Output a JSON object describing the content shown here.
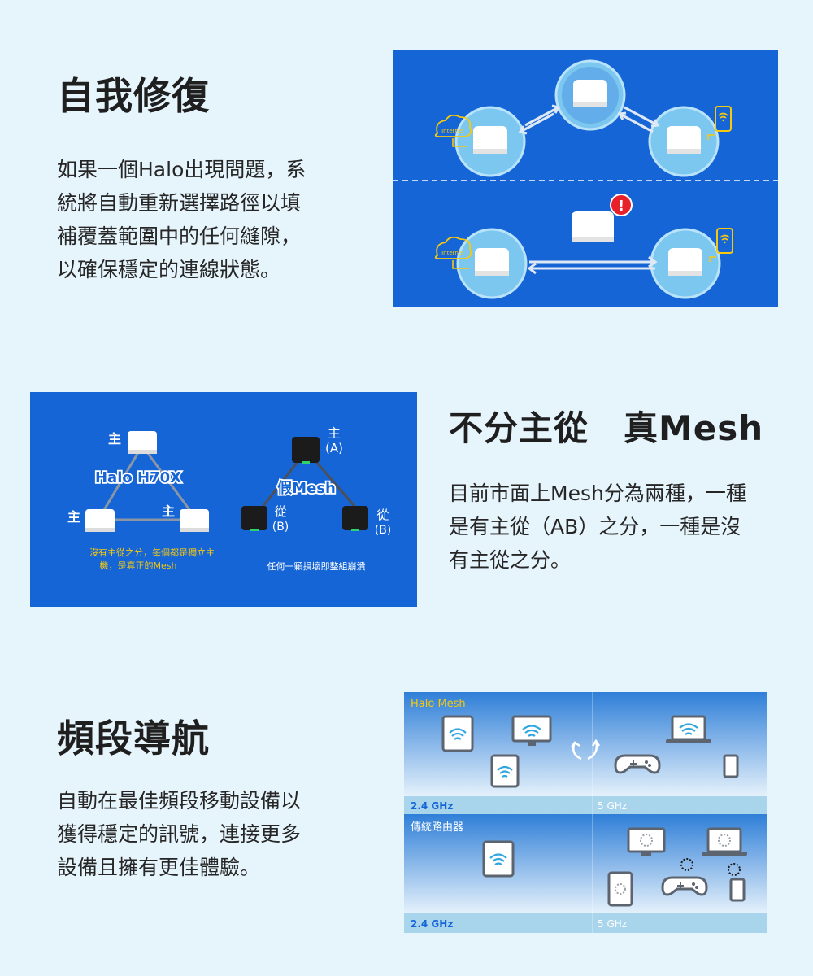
{
  "section1": {
    "title": "自我修復",
    "body_lines": [
      "如果一個Halo出現問題，系",
      "統將自動重新選擇路徑以填",
      "補覆蓋範圍中的任何縫隙，",
      "以確保穩定的連線狀態。"
    ],
    "diagram": {
      "internet_label": "Internet",
      "alert_glyph": "!"
    }
  },
  "section2": {
    "title": "不分主從　真Mesh",
    "body_lines": [
      "目前市面上Mesh分為兩種，一種",
      "是有主從（AB）之分，一種是沒",
      "有主從之分。"
    ],
    "diagram": {
      "master": "主",
      "product_label": "Halo H70X",
      "caption_left": [
        "沒有主從之分，每個都是獨立主",
        "機，是真正的Mesh"
      ],
      "master_a": [
        "主",
        "(A)"
      ],
      "fake_label": "假Mesh",
      "slave_b": [
        "從",
        "(B)"
      ],
      "caption_right": "任何一顆損壞即整組崩潰"
    }
  },
  "section3": {
    "title": "頻段導航",
    "body_lines": [
      "自動在最佳頻段移動設備以",
      "獲得穩定的訊號，連接更多",
      "設備且擁有更佳體驗。"
    ],
    "diagram": {
      "halo_label": "Halo Mesh",
      "traditional_label": "傳統路由器",
      "band_24": "2.4 GHz",
      "band_5": "5 GHz"
    }
  },
  "colors": {
    "panel_blue": "#1665d6",
    "accent_yellow": "#f6c90e",
    "alert_red": "#e8202a"
  }
}
